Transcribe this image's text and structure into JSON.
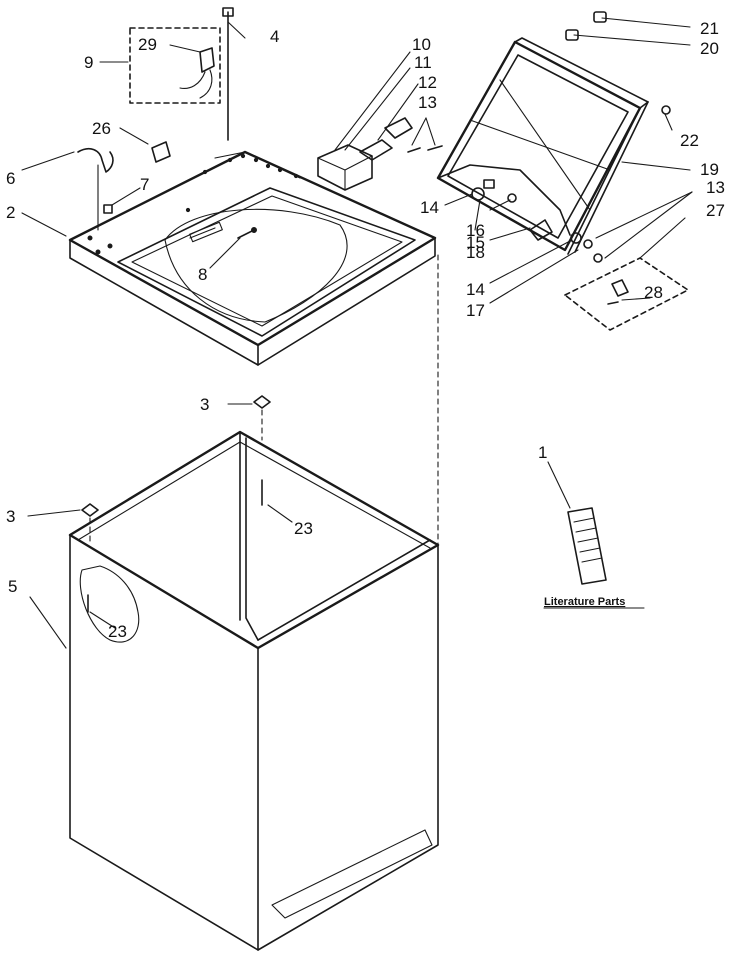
{
  "callouts": {
    "c1": "1",
    "c2": "2",
    "c3a": "3",
    "c3b": "3",
    "c4": "4",
    "c5": "5",
    "c6": "6",
    "c7": "7",
    "c8": "8",
    "c9": "9",
    "c10": "10",
    "c11": "11",
    "c12": "12",
    "c13a": "13",
    "c13b": "13",
    "c14a": "14",
    "c14b": "14",
    "c15": "15",
    "c16": "16",
    "c17": "17",
    "c18": "18",
    "c19": "19",
    "c20": "20",
    "c21": "21",
    "c22": "22",
    "c23a": "23",
    "c23b": "23",
    "c26": "26",
    "c27": "27",
    "c28": "28",
    "c29": "29"
  },
  "literature_label": "Literature Parts"
}
